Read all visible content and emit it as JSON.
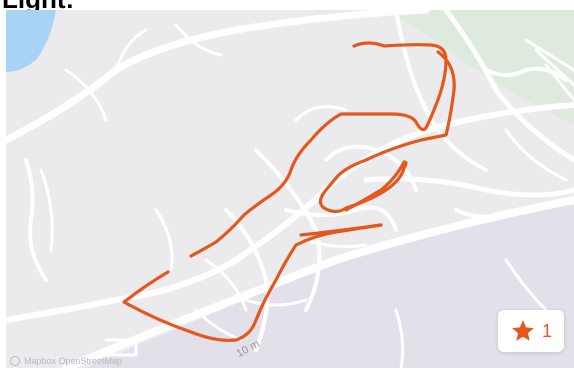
{
  "heading": {
    "text": "Light:"
  },
  "map": {
    "route_color": "#e4581e",
    "water_color": "#a7d4f5",
    "park_color": "#dfeade",
    "road_color": "#ffffff",
    "land_color": "#ebebee",
    "scale_label": "10 m",
    "attribution": "Mapbox OpenStreetMap"
  },
  "favorites": {
    "icon": "star-icon",
    "count": "1"
  }
}
